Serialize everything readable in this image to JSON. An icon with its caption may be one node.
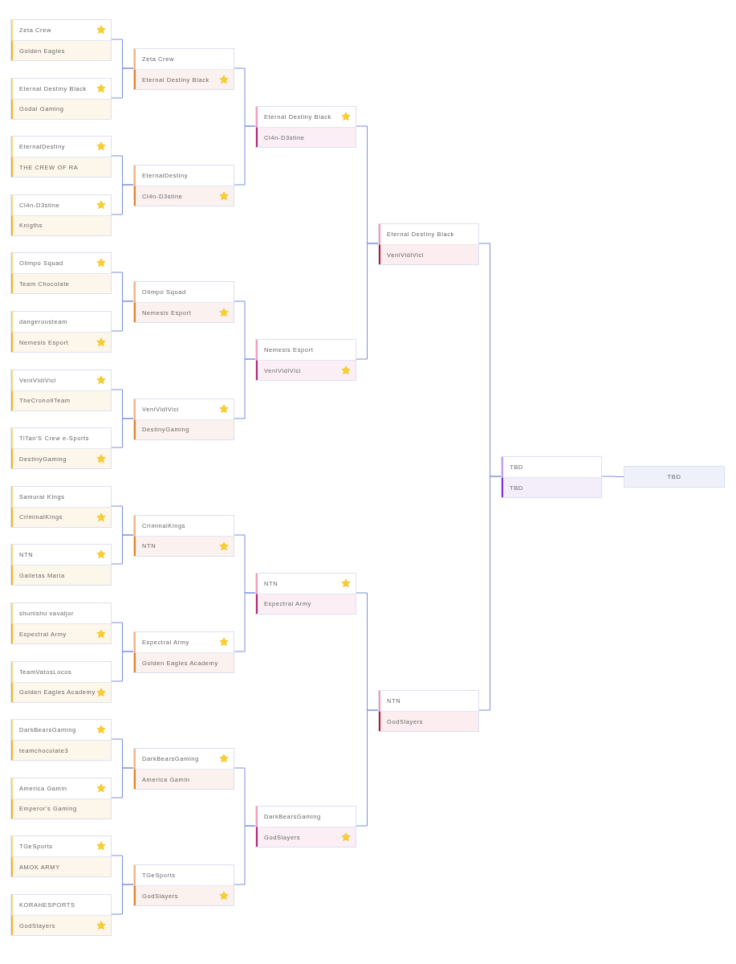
{
  "diagram": {
    "nodes": [
      {
        "text": [
          "Zeta Crew",
          "Golden Eagles"
        ]
      },
      {
        "text": [
          "Eternal Destiny Black",
          "Godai Gaming"
        ]
      },
      {
        "text": [
          "EternalDestiny",
          "THE CREW OF RA"
        ]
      },
      {
        "text": [
          "Cl4n-D3stine",
          "Knigths"
        ]
      },
      {
        "text": [
          "Olimpo Squad",
          "Team Chocolate"
        ]
      },
      {
        "text": [
          "dangerousteam",
          "Nemesis Esport"
        ]
      },
      {
        "text": [
          "VeniVidiVici",
          "TheCrono9Team"
        ]
      },
      {
        "text": [
          "TiTan'S Crew e-Sports",
          "DestinyGaming"
        ]
      },
      {
        "text": [
          "Samurai Kings",
          "CriminalKings"
        ]
      },
      {
        "text": [
          "NTN",
          "Galletas Maria"
        ]
      },
      {
        "text": [
          "shunishu vavaljor",
          "Espectral Army"
        ]
      },
      {
        "text": [
          "TeamVatosLocos",
          "Golden Eagles Academy"
        ]
      },
      {
        "text": [
          "DarkBearsGaming",
          "teamchocolate3"
        ]
      },
      {
        "text": [
          "America Gamin",
          "Emperor's Gaming"
        ]
      },
      {
        "text": [
          "TGeSports",
          "AMOK ARMY"
        ]
      },
      {
        "text": [
          "KORAHESPORTS",
          "GodSlayers"
        ]
      },
      {
        "text": [
          "Zeta Crew",
          "Eternal Destiny Black"
        ]
      },
      {
        "text": [
          "EternalDestiny",
          "Cl4n-D3stine"
        ]
      },
      {
        "text": [
          "Olimpo Squad",
          "Nemesis Esport"
        ]
      },
      {
        "text": [
          "VeniVidiVici",
          "DestinyGaming"
        ]
      },
      {
        "text": [
          "CriminalKings",
          "NTN"
        ]
      },
      {
        "text": [
          "Espectral Army",
          "Golden Eagles Academy"
        ]
      },
      {
        "text": [
          "DarkBearsGaming",
          "America Gamin"
        ]
      },
      {
        "text": [
          "TGeSports",
          "GodSlayers"
        ]
      },
      {
        "text": [
          "Eternal Destiny Black",
          "Cl4n-D3stine"
        ]
      },
      {
        "text": [
          "Nemesis Esport",
          "VeniVidiVici"
        ]
      },
      {
        "text": [
          "NTN",
          "Espectral Army"
        ]
      },
      {
        "text": [
          "DarkBearsGaming",
          "GodSlayers"
        ]
      },
      {
        "text": [
          "Eternal Destiny Black",
          "VeniVidiVici"
        ]
      },
      {
        "text": [
          "NTN",
          "GodSlayers"
        ]
      },
      {
        "text": [
          "TBD",
          "TBD"
        ]
      },
      {
        "text": [
          "TBD"
        ]
      }
    ],
    "edges": [
      {
        "from": 0,
        "to": 16,
        "arrow": "none"
      },
      {
        "from": 1,
        "to": 16,
        "arrow": "none"
      },
      {
        "from": 2,
        "to": 17,
        "arrow": "none"
      },
      {
        "from": 3,
        "to": 17,
        "arrow": "none"
      },
      {
        "from": 4,
        "to": 18,
        "arrow": "none"
      },
      {
        "from": 5,
        "to": 18,
        "arrow": "none"
      },
      {
        "from": 6,
        "to": 19,
        "arrow": "none"
      },
      {
        "from": 7,
        "to": 19,
        "arrow": "none"
      },
      {
        "from": 8,
        "to": 20,
        "arrow": "none"
      },
      {
        "from": 9,
        "to": 20,
        "arrow": "none"
      },
      {
        "from": 10,
        "to": 21,
        "arrow": "none"
      },
      {
        "from": 11,
        "to": 21,
        "arrow": "none"
      },
      {
        "from": 12,
        "to": 22,
        "arrow": "none"
      },
      {
        "from": 13,
        "to": 22,
        "arrow": "none"
      },
      {
        "from": 14,
        "to": 23,
        "arrow": "none"
      },
      {
        "from": 15,
        "to": 23,
        "arrow": "none"
      },
      {
        "from": 16,
        "to": 24,
        "arrow": "none"
      },
      {
        "from": 17,
        "to": 24,
        "arrow": "none"
      },
      {
        "from": 18,
        "to": 25,
        "arrow": "none"
      },
      {
        "from": 19,
        "to": 25,
        "arrow": "none"
      },
      {
        "from": 20,
        "to": 26,
        "arrow": "none"
      },
      {
        "from": 21,
        "to": 26,
        "arrow": "none"
      },
      {
        "from": 22,
        "to": 27,
        "arrow": "none"
      },
      {
        "from": 23,
        "to": 27,
        "arrow": "none"
      },
      {
        "from": 24,
        "to": 28,
        "arrow": "none"
      },
      {
        "from": 25,
        "to": 28,
        "arrow": "none"
      },
      {
        "from": 26,
        "to": 29,
        "arrow": "none"
      },
      {
        "from": 27,
        "to": 29,
        "arrow": "none"
      },
      {
        "from": 28,
        "to": 30,
        "arrow": "none"
      },
      {
        "from": 29,
        "to": 30,
        "arrow": "none"
      },
      {
        "from": 30,
        "to": 31,
        "arrow": "none"
      }
    ]
  }
}
